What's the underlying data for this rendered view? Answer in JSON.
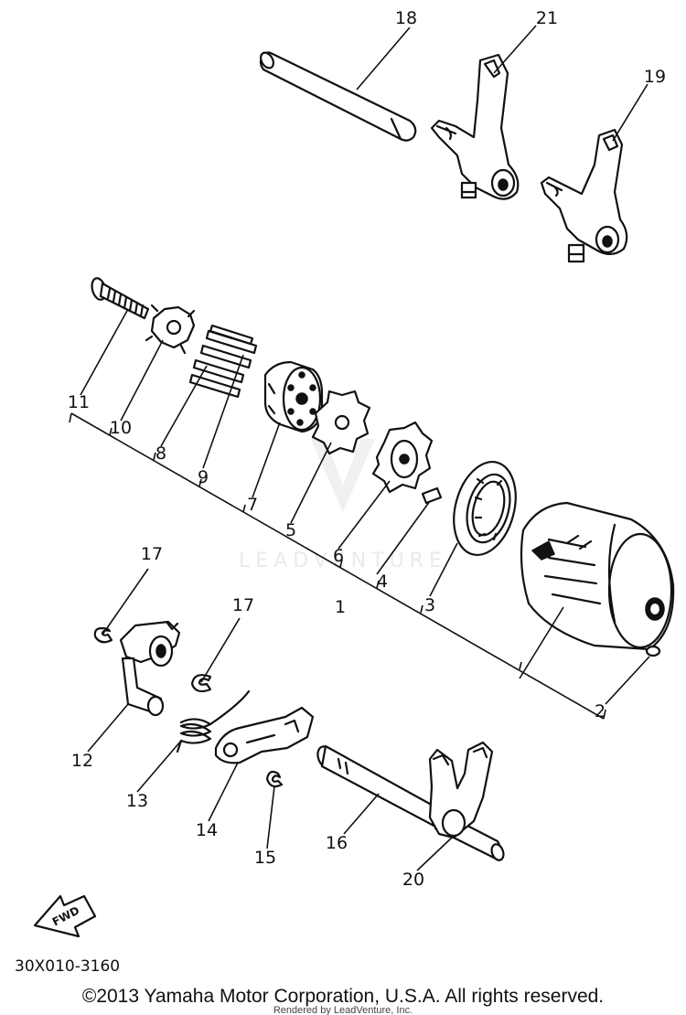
{
  "diagram": {
    "callouts": [
      "1",
      "2",
      "3",
      "4",
      "5",
      "6",
      "7",
      "8",
      "9",
      "10",
      "11",
      "12",
      "13",
      "14",
      "15",
      "16",
      "17",
      "17",
      "18",
      "19",
      "20",
      "21"
    ],
    "part_code": "30X010-3160",
    "fwd_label": "FWD",
    "watermark": "LEADVENTURE",
    "copyright": "©2013 Yamaha Motor Corporation, U.S.A. All rights reserved.",
    "rendered_by": "Rendered by LeadVenture, Inc."
  }
}
